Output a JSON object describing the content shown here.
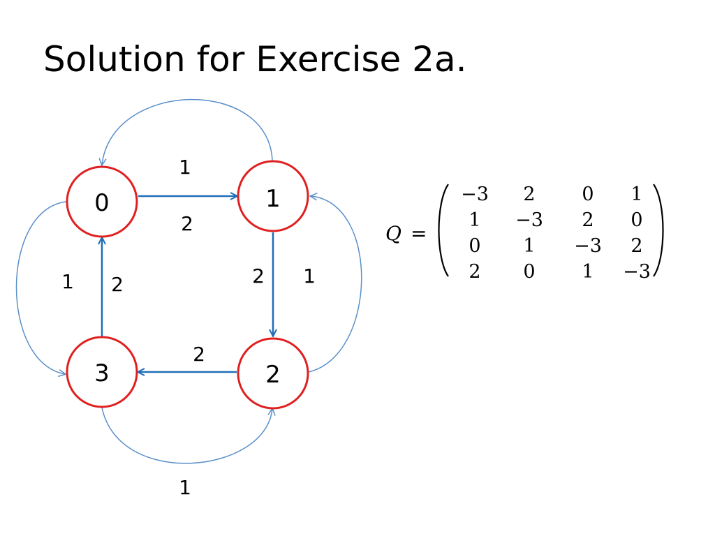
{
  "title": "Solution for Exercise 2a.",
  "colors": {
    "node_stroke": "#e02020",
    "main_edge": "#1f6fb8",
    "outer_edge": "#5a8fc8",
    "text": "#000000"
  },
  "nodes": {
    "n0": "0",
    "n1": "1",
    "n2": "2",
    "n3": "3"
  },
  "edges": {
    "e01_label": "2",
    "e12_label": "2",
    "e23_label": "2",
    "e30_label": "2",
    "e10_label": "1",
    "e21_label": "1",
    "e32_label": "1",
    "e03_label": "1"
  },
  "matrix": {
    "symbol": "Q",
    "equals": "=",
    "rows": [
      [
        "−3",
        "2",
        "0",
        "1"
      ],
      [
        "1",
        "−3",
        "2",
        "0"
      ],
      [
        "0",
        "1",
        "−3",
        "2"
      ],
      [
        "2",
        "0",
        "1",
        "−3"
      ]
    ]
  }
}
